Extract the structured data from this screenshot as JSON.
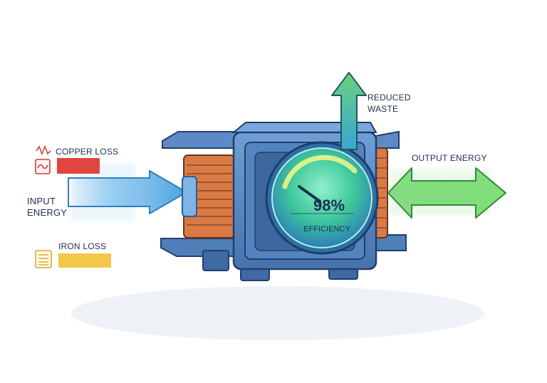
{
  "labels": {
    "copper_loss": "COPPER LOSS",
    "input_energy": "INPUT ENERGY",
    "iron_loss": "IRON LOSS",
    "reduced_waste": "REDUCED WASTE",
    "output_energy": "OUTPUT ENERGY",
    "efficiency_value": "98%",
    "efficiency_label": "EFFICIENCY"
  },
  "colors": {
    "copper_loss": "#e0453f",
    "iron_loss": "#f2c84b",
    "input_arrow": "#4aa3e0",
    "output_arrow": "#5ccf57",
    "waste_arrow": "#56c48f",
    "core": "#4f7fb8",
    "winding": "#d97a45",
    "gauge": "#3ec79a"
  },
  "icons": {
    "copper_loss": "waveform-icon",
    "iron_loss": "laminated-core-icon"
  }
}
